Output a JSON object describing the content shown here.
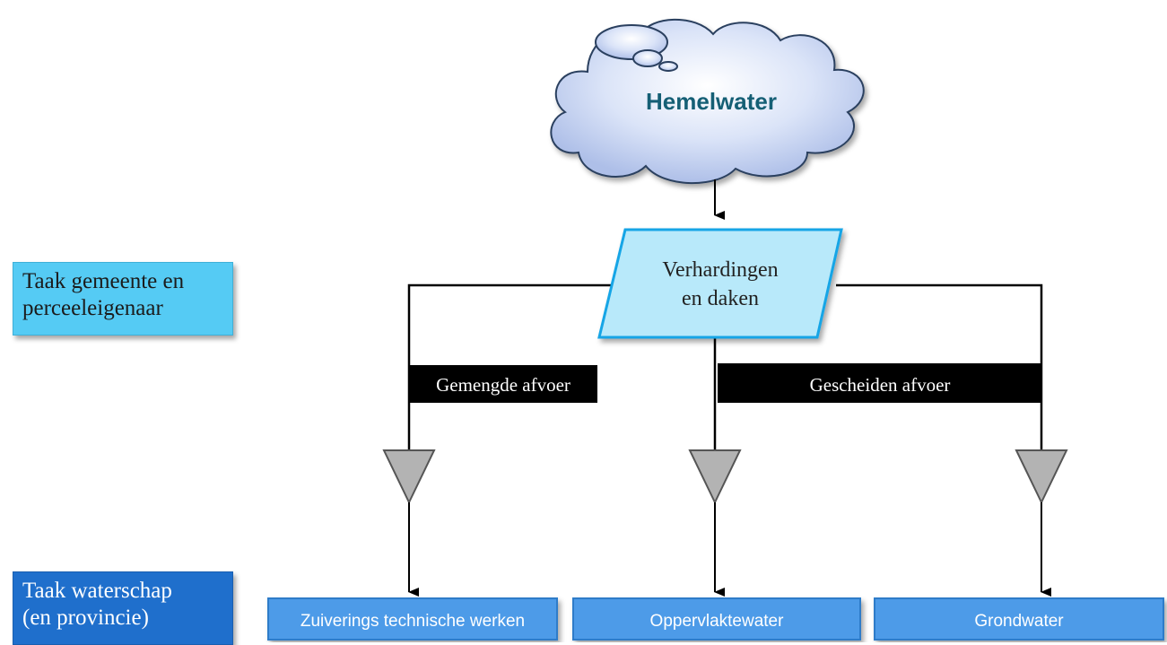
{
  "title": "Hemelwater",
  "source_node": "Verhardingen en daken",
  "source_node_lines": [
    "Verhardingen",
    "en daken"
  ],
  "routes": {
    "combined": "Gemengde afvoer",
    "separated": "Gescheiden afvoer"
  },
  "destinations": [
    "Zuiverings technische werken",
    "Oppervlaktewater",
    "Grondwater"
  ],
  "responsibilities": {
    "municipality_lines": [
      "Taak gemeente en",
      "perceeleigenaar"
    ],
    "water_board_lines": [
      "Taak waterschap",
      "(en provincie)"
    ]
  },
  "colors": {
    "cloud_fill": "#c9d7f4",
    "cloud_text": "#155f75",
    "parallelogram_fill": "#b8e9fa",
    "parallelogram_stroke": "#12a5e6",
    "destination_fill": "#4d9be8",
    "valve_fill": "#b3b3b3",
    "route_label_bg": "#000000"
  }
}
